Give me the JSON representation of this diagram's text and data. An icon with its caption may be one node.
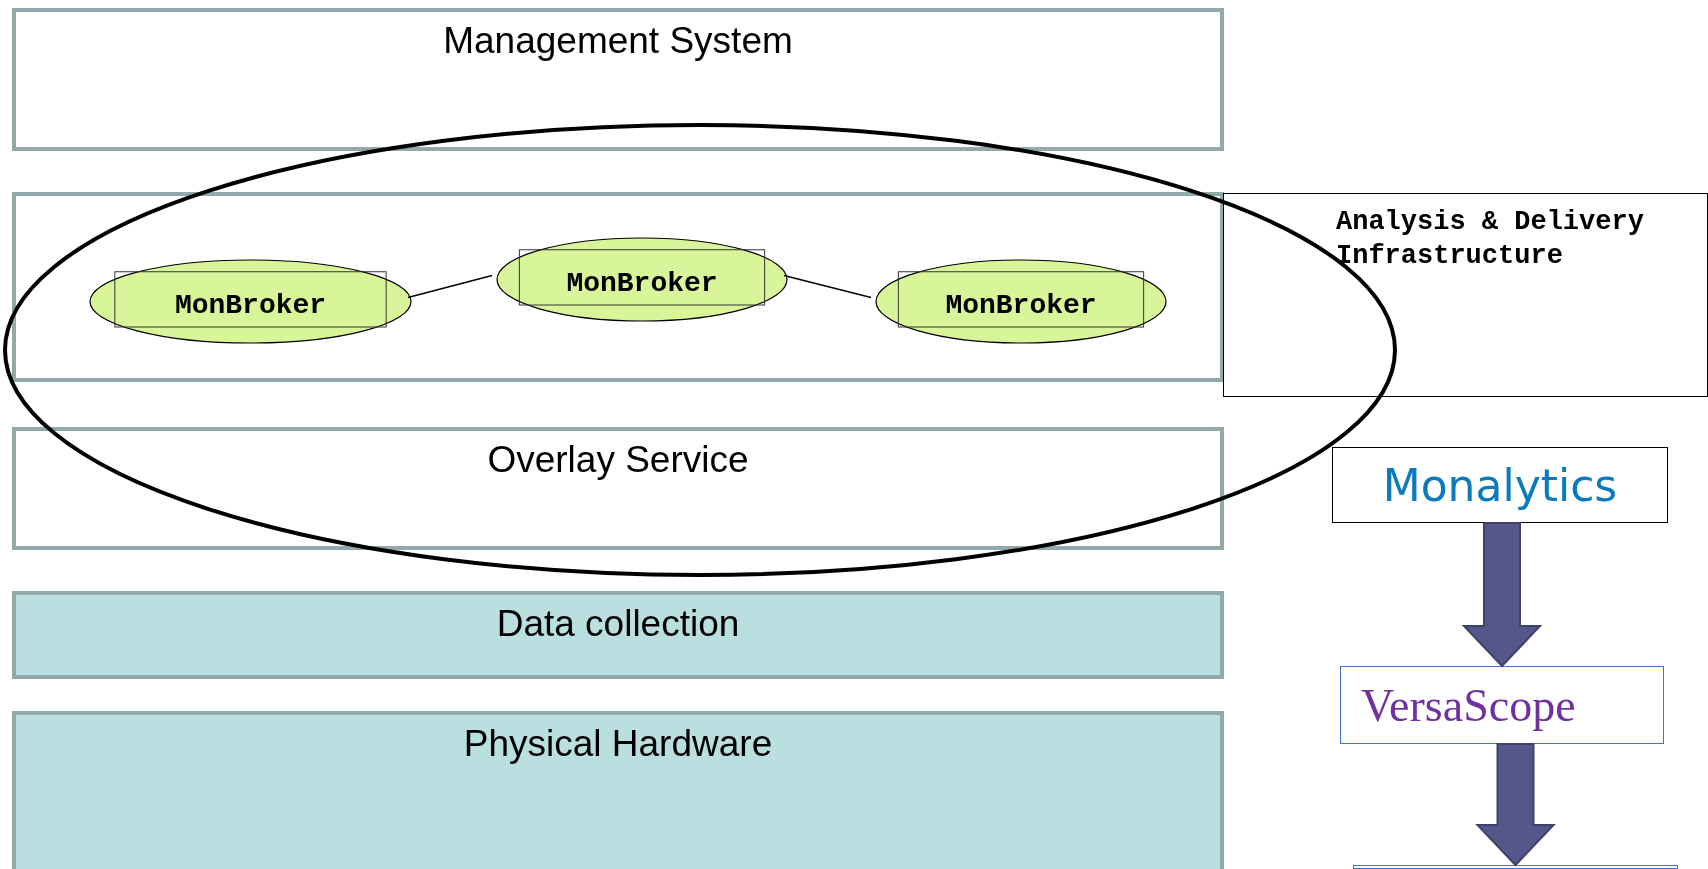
{
  "diagram": {
    "nodes": [
      {
        "text": [
          "Management System"
        ]
      },
      {
        "text": [],
        "shape": "box"
      },
      {
        "text": [
          "MonBroker"
        ],
        "in": 1
      },
      {
        "text": [
          "MonBroker"
        ],
        "in": 1
      },
      {
        "text": [
          "MonBroker"
        ],
        "in": 1
      },
      {
        "text": [
          "Overlay Service"
        ]
      },
      {
        "text": [
          "Data collection"
        ]
      },
      {
        "text": [
          "Physical Hardware"
        ]
      },
      {
        "text": [
          "Analysis & Delivery Infrastructure"
        ]
      },
      {
        "text": [
          "Monalytics"
        ]
      },
      {
        "text": [
          "VersaScope"
        ]
      },
      {
        "text": [],
        "shape": "box"
      }
    ],
    "edges": [
      {
        "from": 2,
        "to": 3,
        "arrow": "none"
      },
      {
        "from": 3,
        "to": 4,
        "arrow": "none"
      },
      {
        "from": 9,
        "to": 10,
        "arrow": "to",
        "style": "thick",
        "color": "#55568a"
      },
      {
        "from": 10,
        "to": 11,
        "arrow": "to",
        "style": "thick",
        "color": "#55568a"
      }
    ]
  }
}
